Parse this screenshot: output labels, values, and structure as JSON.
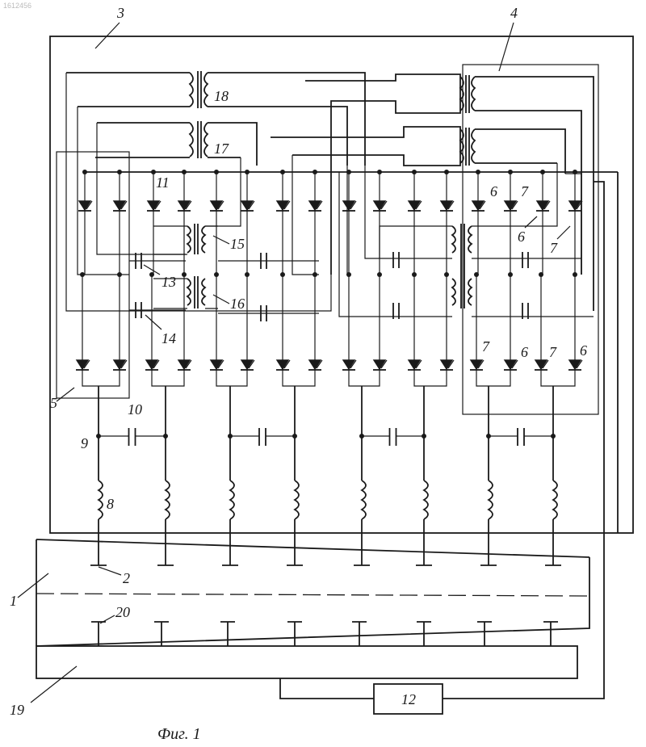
{
  "figure": {
    "caption": "Фиг. 1",
    "watermark": "1612456"
  },
  "labels": {
    "l1": "1",
    "l2": "2",
    "l3": "3",
    "l4": "4",
    "l5": "5",
    "l6a": "6",
    "l6b": "6",
    "l6c": "6",
    "l6d": "6",
    "l7a": "7",
    "l7b": "7",
    "l7c": "7",
    "l7d": "7",
    "l8": "8",
    "l9": "9",
    "l10": "10",
    "l11": "11",
    "l12": "12",
    "l13": "13",
    "l14": "14",
    "l15": "15",
    "l16": "16",
    "l17": "17",
    "l18": "18",
    "l19": "19",
    "l20": "20"
  }
}
